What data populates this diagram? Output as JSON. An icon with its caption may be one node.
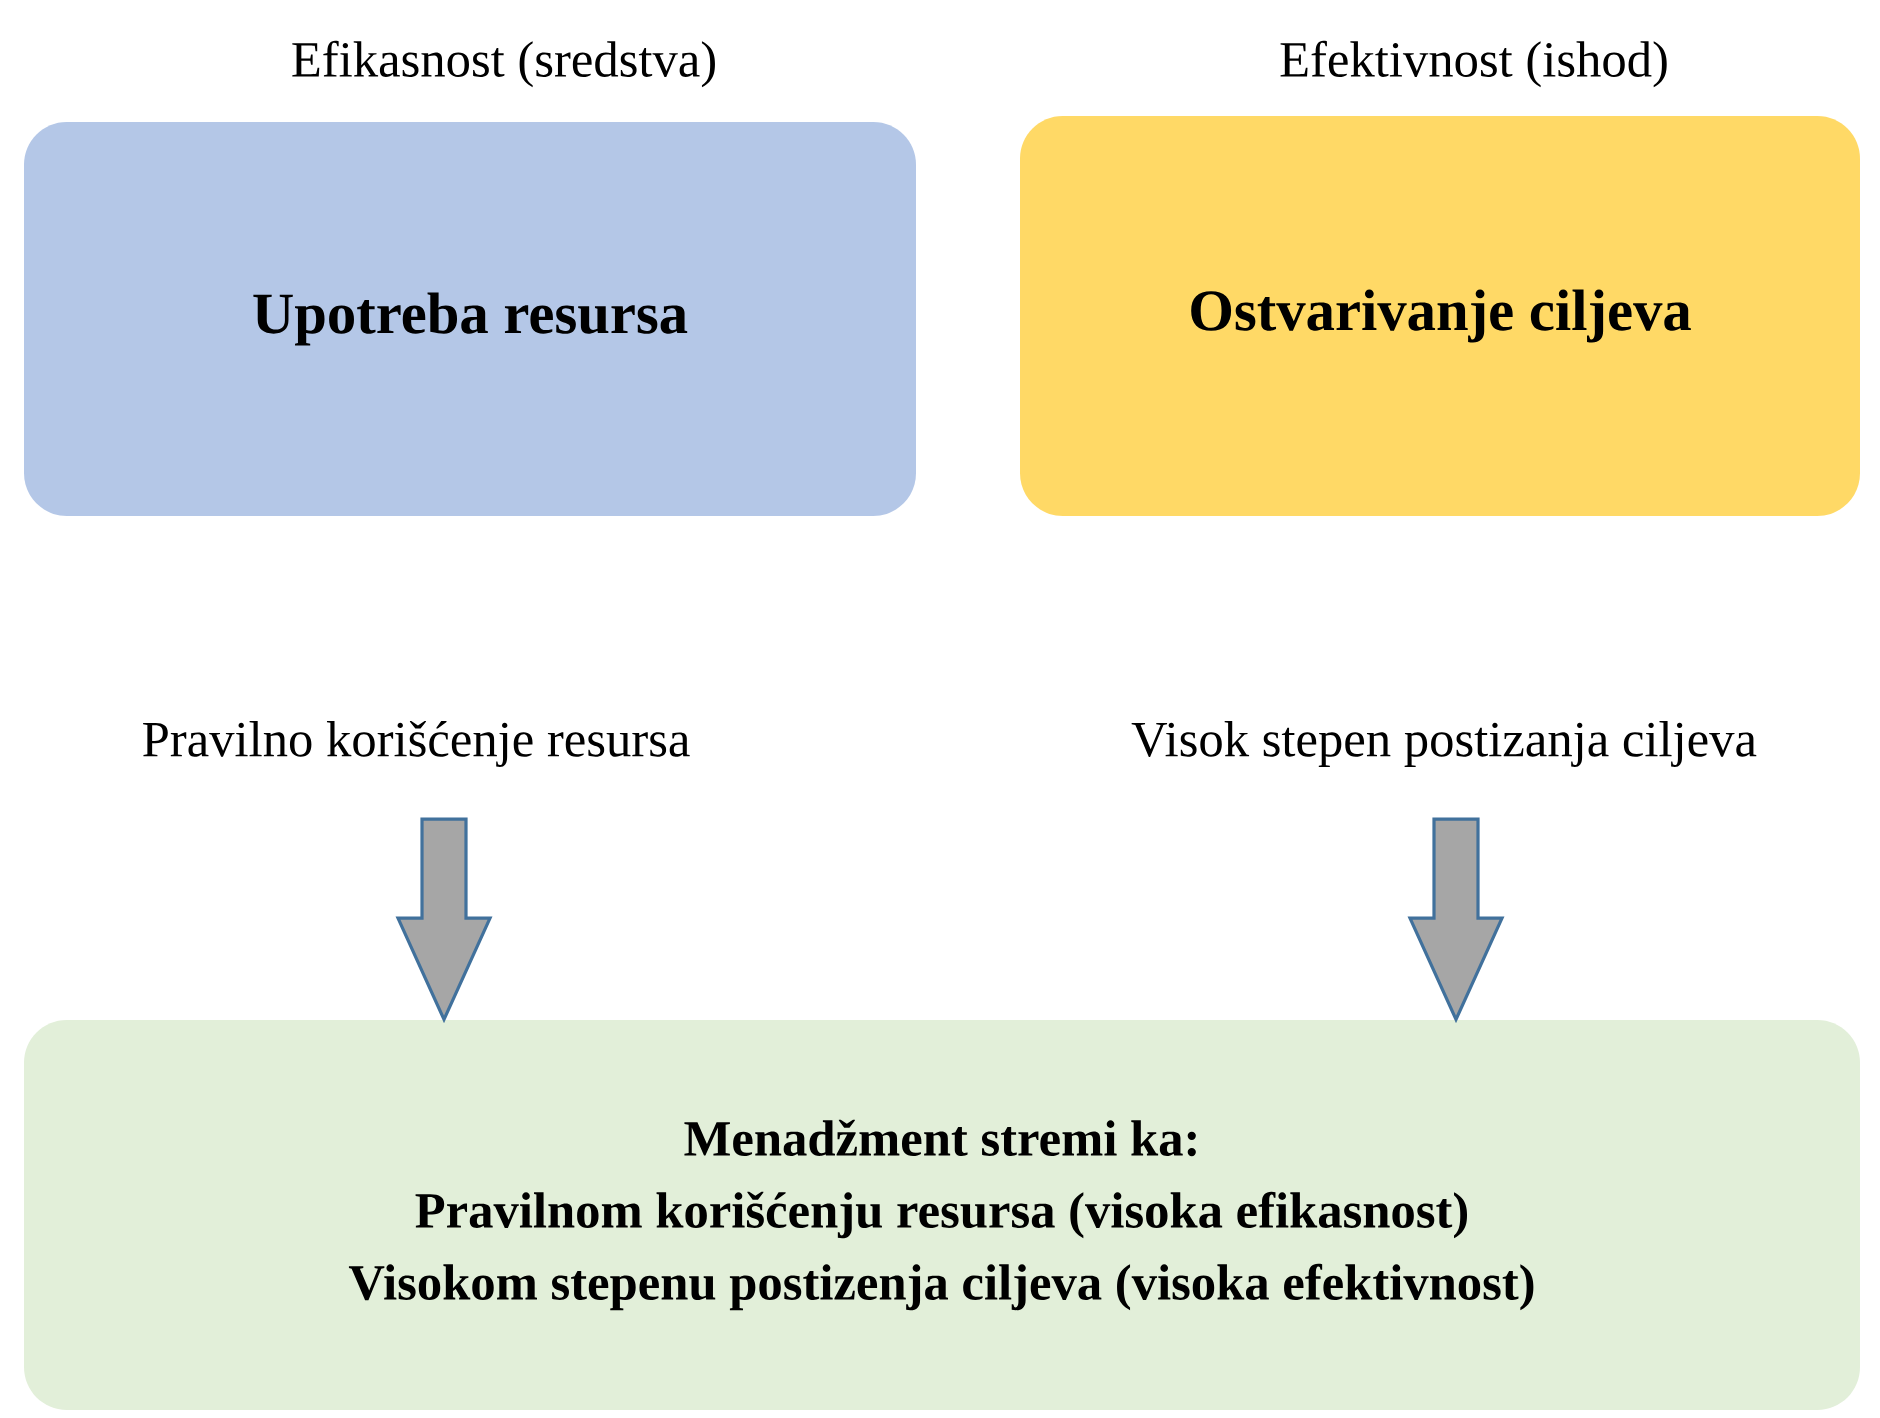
{
  "diagram": {
    "nodes": [
      {
        "text": [
          "Efikasnost (sredstva)",
          "Upotreba resursa"
        ]
      },
      {
        "text": [
          "Efektivnost (ishod)",
          "Ostvarivanje ciljeva"
        ]
      },
      {
        "text": [
          "Pravilno korišćenje resursa"
        ]
      },
      {
        "text": [
          "Visok stepen postizanja ciljeva"
        ]
      },
      {
        "text": [
          "Menadžment stremi ka:",
          "Pravilnom korišćenju resursa (visoka efikasnost)",
          "Visokom stepenu postizenja ciljeva (visoka efektivnost)"
        ]
      }
    ],
    "edges": [
      {
        "from": 2,
        "to": 4,
        "arrow": "to"
      },
      {
        "from": 3,
        "to": 4,
        "arrow": "to"
      }
    ]
  }
}
